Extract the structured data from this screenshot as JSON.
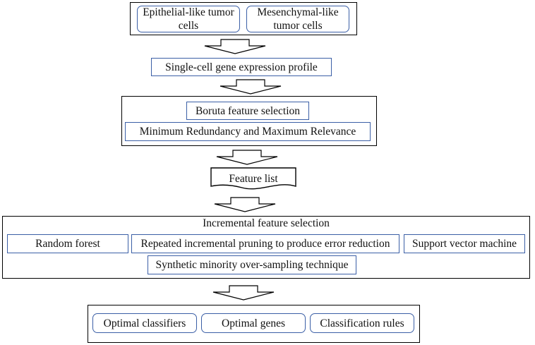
{
  "stage1": {
    "epithelial": "Epithelial-like tumor cells",
    "mesenchymal": "Mesenchymal-like tumor cells"
  },
  "stage2": {
    "profile": "Single-cell gene expression profile"
  },
  "stage3": {
    "boruta": "Boruta feature selection",
    "mrmr": "Minimum Redundancy and Maximum Relevance"
  },
  "stage4": {
    "feature_list": "Feature list"
  },
  "stage5": {
    "title": "Incremental feature selection",
    "random_forest": "Random forest",
    "ripper": "Repeated incremental pruning to produce error reduction",
    "svm": "Support vector machine",
    "smote": "Synthetic minority over-sampling technique"
  },
  "stage6": {
    "optimal_classifiers": "Optimal classifiers",
    "optimal_genes": "Optimal genes",
    "classification_rules": "Classification rules"
  },
  "colors": {
    "box_border": "#3b5fa6",
    "outline": "#000000"
  },
  "icons": {
    "arrow": "down-block-arrow"
  }
}
